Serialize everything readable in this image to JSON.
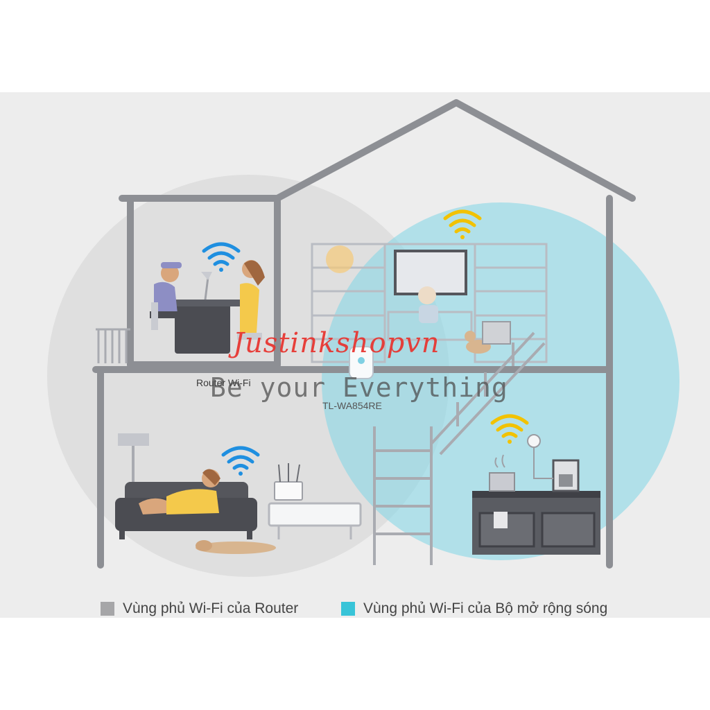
{
  "labels": {
    "router": "Router Wi-Fi",
    "extender": "TL-WA854RE"
  },
  "watermark": {
    "shop_name": "Justinkshopvn",
    "slogan": "Be your Everything"
  },
  "legend": [
    {
      "text": "Vùng phủ Wi-Fi của Router",
      "color": "#a6a6a8"
    },
    {
      "text": "Vùng phủ Wi-Fi của Bộ mở rộng sóng",
      "color": "#38c4d8"
    }
  ],
  "colors": {
    "background": "#ededed",
    "house_outline": "#8d8f94",
    "router_coverage": "#dcdcdc",
    "extender_coverage": "#5fd0e2",
    "router_wifi": "#1f8fe0",
    "extender_wifi": "#f2c200"
  },
  "icons": [
    "wifi-icon",
    "extender-device-icon",
    "router-device-icon"
  ]
}
